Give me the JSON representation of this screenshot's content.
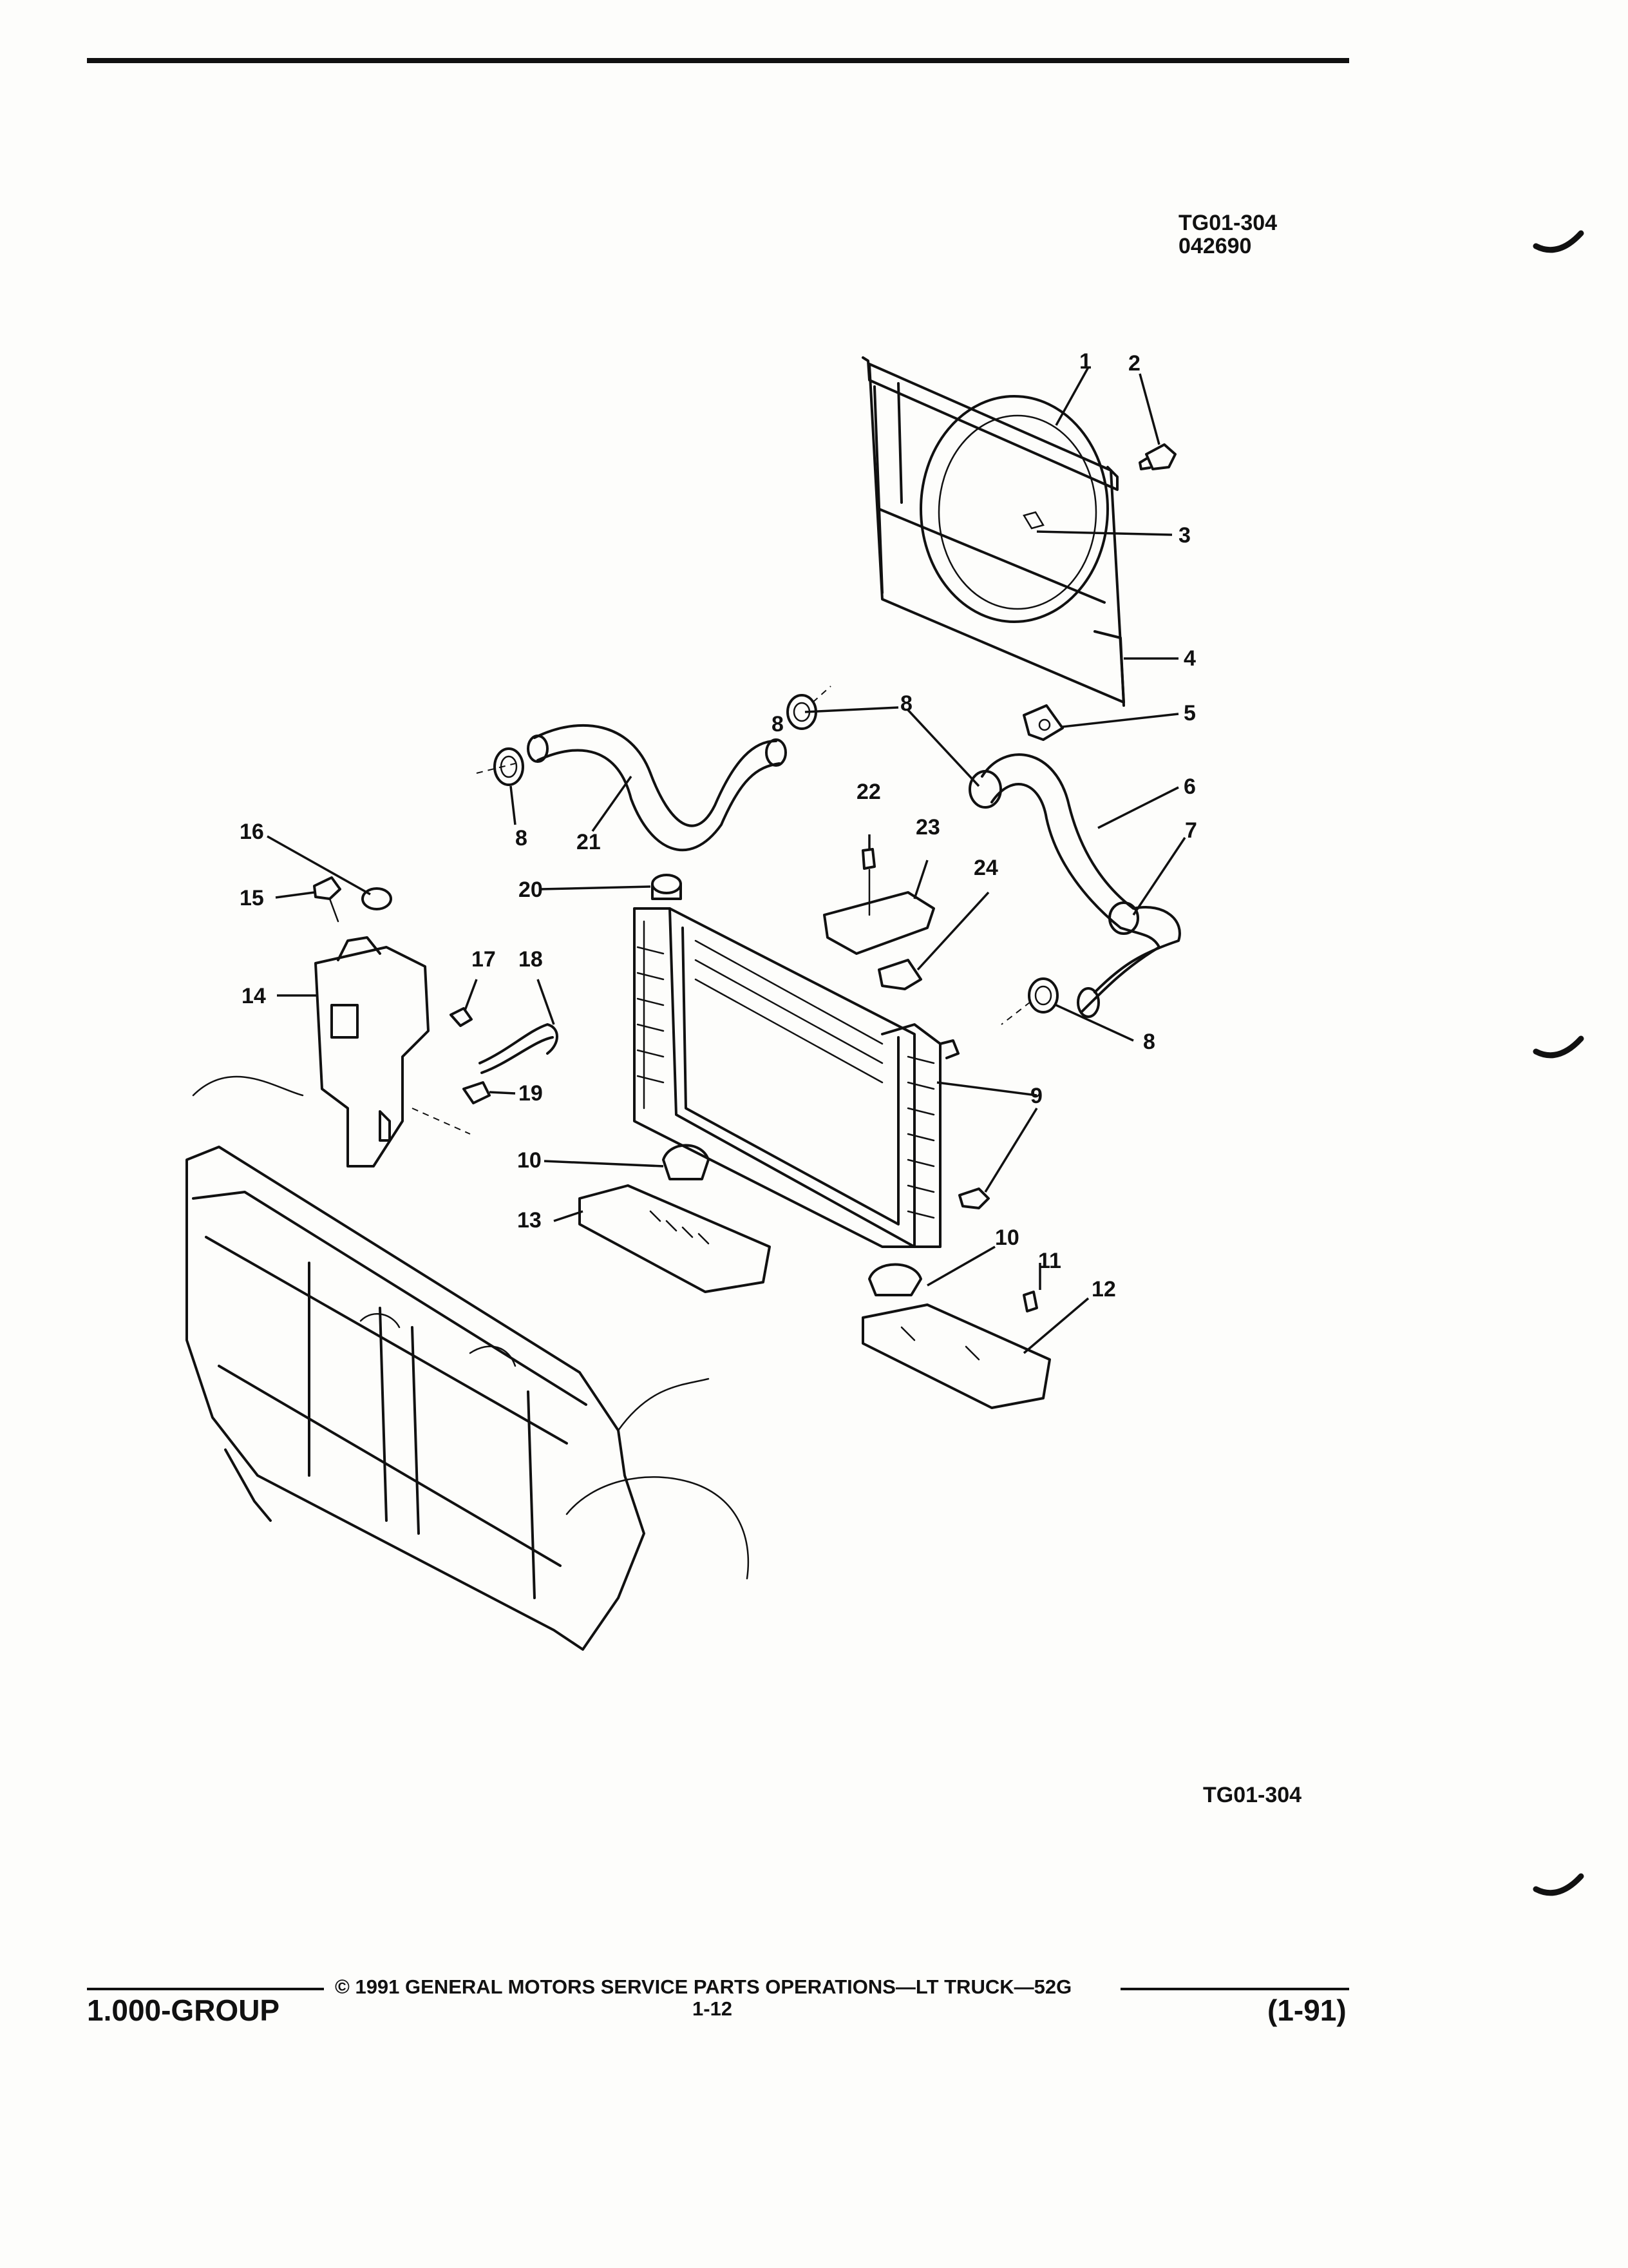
{
  "header": {
    "ref_code": "TG01-304",
    "date_code": "042690"
  },
  "figure": {
    "ref_code_bottom": "TG01-304",
    "callouts": [
      "1",
      "2",
      "3",
      "4",
      "5",
      "6",
      "7",
      "8",
      "8",
      "8",
      "8",
      "9",
      "10",
      "10",
      "11",
      "12",
      "13",
      "14",
      "15",
      "16",
      "17",
      "18",
      "19",
      "20",
      "21",
      "22",
      "23",
      "24"
    ]
  },
  "footer": {
    "copyright": "© 1991 GENERAL MOTORS SERVICE PARTS OPERATIONS—LT TRUCK—52G",
    "group": "1.000-GROUP",
    "page_number": "1-12",
    "revision": "(1-91)"
  }
}
